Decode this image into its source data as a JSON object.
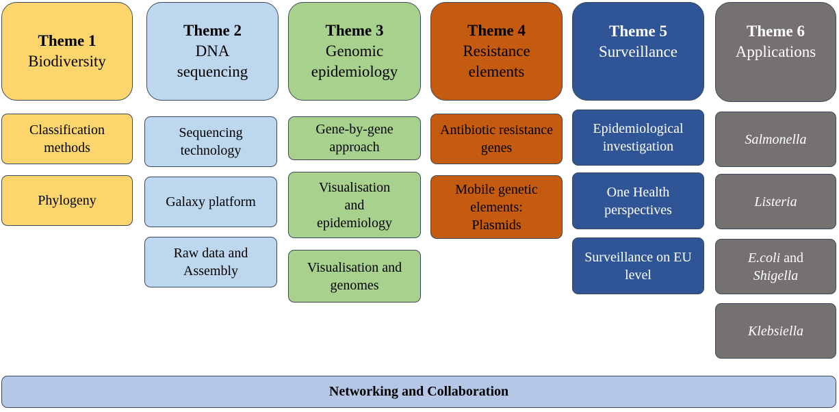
{
  "themes": [
    {
      "title": "Theme 1",
      "subtitle": "Biodiversity",
      "items": [
        "Classification methods",
        "Phylogeny"
      ]
    },
    {
      "title": "Theme 2",
      "subtitle": "DNA sequencing",
      "items": [
        "Sequencing technology",
        "Galaxy platform",
        "Raw data and Assembly"
      ]
    },
    {
      "title": "Theme 3",
      "subtitle": "Genomic epidemiology",
      "items": [
        "Gene-by-gene approach",
        "Visualisation and epidemiology",
        "Visualisation and genomes"
      ]
    },
    {
      "title": "Theme 4",
      "subtitle": "Resistance elements",
      "items": [
        "Antibiotic resistance genes",
        "Mobile genetic elements: Plasmids"
      ]
    },
    {
      "title": "Theme 5",
      "subtitle": "Surveillance",
      "items": [
        "Epidemiological investigation",
        "One Health perspectives",
        "Surveillance on EU level"
      ]
    },
    {
      "title": "Theme 6",
      "subtitle": "Applications",
      "items": [
        "Salmonella",
        "Listeria",
        "E.coli",
        "and",
        "Shigella",
        "Klebsiella"
      ]
    }
  ],
  "footer": "Networking and Collaboration",
  "colors": {
    "theme1": "#fdd56d",
    "theme2": "#bdd7ee",
    "theme3": "#a9d18e",
    "theme4": "#c55a11",
    "theme5": "#2f5597",
    "theme6": "#767171",
    "footer": "#b4c7e7"
  }
}
